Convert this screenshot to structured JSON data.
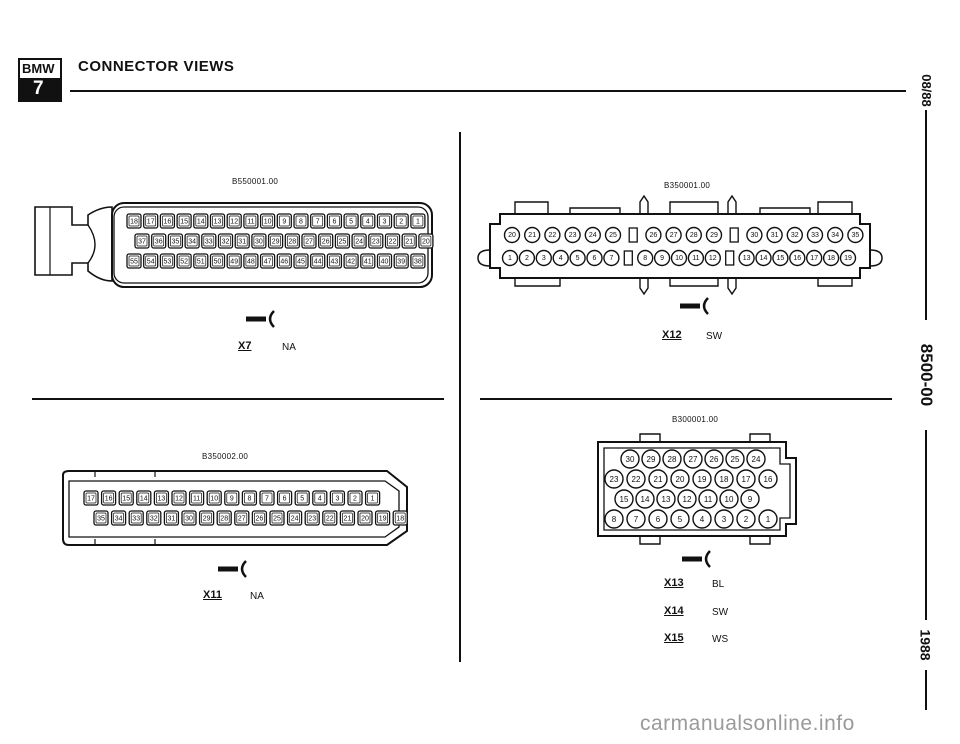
{
  "header": {
    "logo_text": "BMW",
    "logo_number": "7",
    "title": "CONNECTOR VIEWS"
  },
  "side": {
    "date": "08/88",
    "section": "8500-00",
    "year": "1988"
  },
  "connectors": {
    "x7": {
      "part_no": "B550001.00",
      "label": "X7",
      "color": "NA",
      "row1": [
        "18",
        "17",
        "16",
        "15",
        "14",
        "13",
        "12",
        "11",
        "10",
        "9",
        "8",
        "7",
        "6",
        "5",
        "4",
        "3",
        "2",
        "1"
      ],
      "row2": [
        "37",
        "36",
        "35",
        "34",
        "33",
        "32",
        "31",
        "30",
        "29",
        "28",
        "27",
        "26",
        "25",
        "24",
        "23",
        "22",
        "21",
        "20"
      ],
      "row3": [
        "55",
        "54",
        "53",
        "52",
        "51",
        "50",
        "49",
        "48",
        "47",
        "46",
        "45",
        "44",
        "43",
        "42",
        "41",
        "40",
        "39",
        "38"
      ]
    },
    "x11": {
      "part_no": "B350002.00",
      "label": "X11",
      "color": "NA",
      "row1": [
        "17",
        "16",
        "15",
        "14",
        "13",
        "12",
        "11",
        "10",
        "9",
        "8",
        "7",
        "6",
        "5",
        "4",
        "3",
        "2",
        "1"
      ],
      "row2": [
        "35",
        "34",
        "33",
        "32",
        "31",
        "30",
        "29",
        "28",
        "27",
        "26",
        "25",
        "24",
        "23",
        "22",
        "21",
        "20",
        "19",
        "18"
      ]
    },
    "x12": {
      "part_no": "B350001.00",
      "label": "X12",
      "color": "SW",
      "row1": [
        "20",
        "21",
        "22",
        "23",
        "24",
        "25",
        "",
        "26",
        "27",
        "28",
        "29",
        "",
        "30",
        "31",
        "32",
        "33",
        "34",
        "35"
      ],
      "row2": [
        "1",
        "2",
        "3",
        "4",
        "5",
        "6",
        "7",
        "",
        "8",
        "9",
        "10",
        "11",
        "12",
        "",
        "13",
        "14",
        "15",
        "16",
        "17",
        "18",
        "19"
      ]
    },
    "x13": {
      "part_no": "B300001.00",
      "labels": [
        {
          "label": "X13",
          "color": "BL"
        },
        {
          "label": "X14",
          "color": "SW"
        },
        {
          "label": "X15",
          "color": "WS"
        }
      ],
      "row1": [
        "30",
        "29",
        "28",
        "27",
        "26",
        "25",
        "24"
      ],
      "row2": [
        "23",
        "22",
        "21",
        "20",
        "19",
        "18",
        "17",
        "16"
      ],
      "row3": [
        "15",
        "14",
        "13",
        "12",
        "11",
        "10",
        "9"
      ],
      "row4": [
        "8",
        "7",
        "6",
        "5",
        "4",
        "3",
        "2",
        "1"
      ]
    }
  },
  "watermark": "carmanualsonline.info"
}
